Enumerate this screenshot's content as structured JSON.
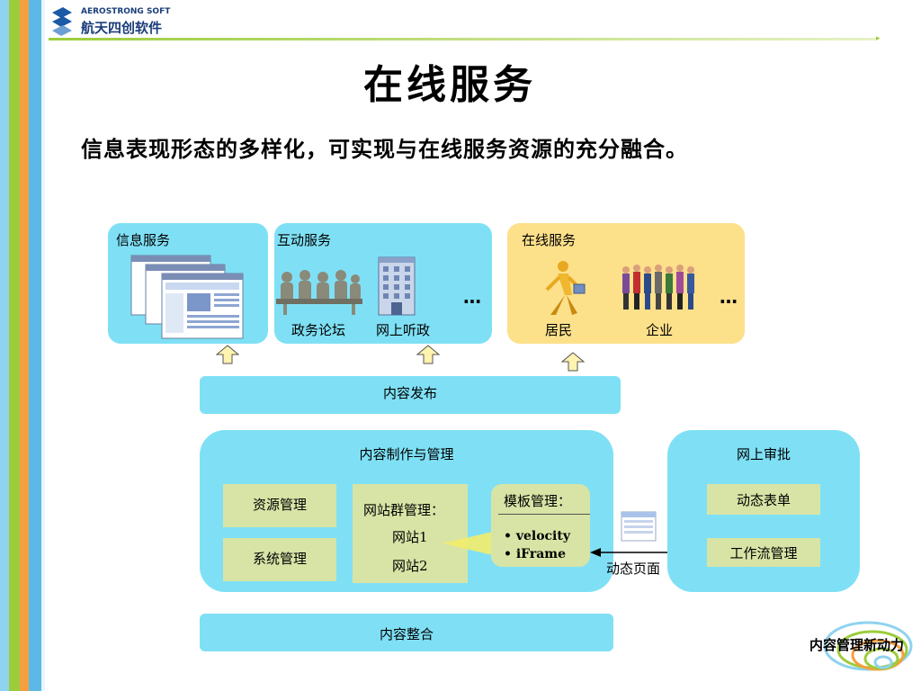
{
  "header": {
    "logo_text_en": "AEROSTRONG SOFT",
    "logo_text_cn": "航天四创软件"
  },
  "slide": {
    "title": "在线服务",
    "subtitle": "信息表现形态的多样化，可实现与在线服务资源的充分融合。"
  },
  "panels": {
    "info_service": {
      "title": "信息服务"
    },
    "interactive_service": {
      "title": "互动服务",
      "item1": "政务论坛",
      "item2": "网上听政",
      "more": "…"
    },
    "online_service": {
      "title": "在线服务",
      "item1": "居民",
      "item2": "企业",
      "more": "…"
    }
  },
  "bars": {
    "publish": "内容发布",
    "integration": "内容整合"
  },
  "production": {
    "title": "内容制作与管理",
    "resource_mgmt": "资源管理",
    "system_mgmt": "系统管理",
    "site_group_title": "网站群管理：",
    "site1": "网站1",
    "site2": "网站2",
    "template_title": "模板管理：",
    "template_items": [
      "velocity",
      "iFrame"
    ]
  },
  "approval": {
    "title": "网上审批",
    "dynamic_form": "动态表单",
    "workflow": "工作流管理",
    "dynamic_page": "动态页面"
  },
  "footer": {
    "brand_slogan": "内容管理新动力"
  },
  "colors": {
    "panel_blue": "#7fe0f5",
    "panel_yellow": "#fde08a",
    "inner_green": "#d7e4a6",
    "stripe_light_blue": "#8fd3ef",
    "stripe_blue": "#5cb8e6",
    "stripe_green": "#9ccc3c",
    "stripe_orange": "#f5a040",
    "arrow_fill": "#fff3b0"
  }
}
